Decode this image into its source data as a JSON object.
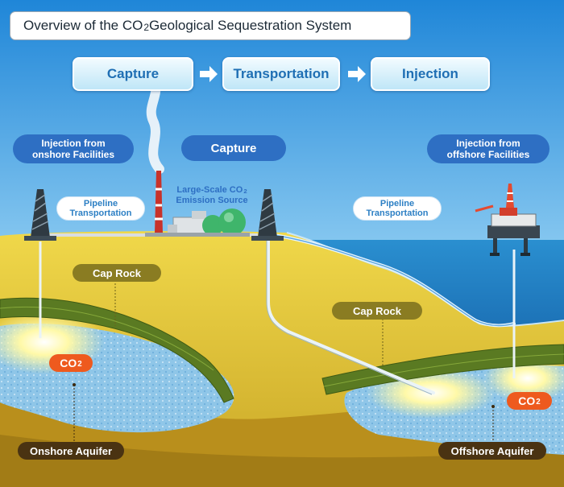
{
  "title": {
    "text": "Overview of the CO",
    "sub": "2",
    "rest": " Geological Sequestration System"
  },
  "process_flow": [
    "Capture",
    "Transportation",
    "Injection"
  ],
  "labels": {
    "onshore_injection": [
      "Injection from",
      "onshore Facilities"
    ],
    "capture": "Capture",
    "offshore_injection": [
      "Injection from",
      "offshore Facilities"
    ],
    "pipeline_left": [
      "Pipeline",
      "Transportation"
    ],
    "pipeline_right": [
      "Pipeline",
      "Transportation"
    ],
    "emission_source": [
      "Large-Scale CO",
      "2",
      "Emission Source"
    ],
    "cap_rock_left": "Cap Rock",
    "cap_rock_right": "Cap Rock",
    "co2_left": {
      "main": "CO",
      "sub": "2"
    },
    "co2_right": {
      "main": "CO",
      "sub": "2"
    },
    "onshore_aquifer": "Onshore Aquifer",
    "offshore_aquifer": "Offshore Aquifer"
  },
  "colors": {
    "sky_top": "#1f86d8",
    "sea": "#2a8fd0",
    "ground": "#e3c52c",
    "cap_rock": "#5a7a22",
    "aquifer": "#8fc6e8",
    "co2_badge": "#ee5a1e"
  }
}
